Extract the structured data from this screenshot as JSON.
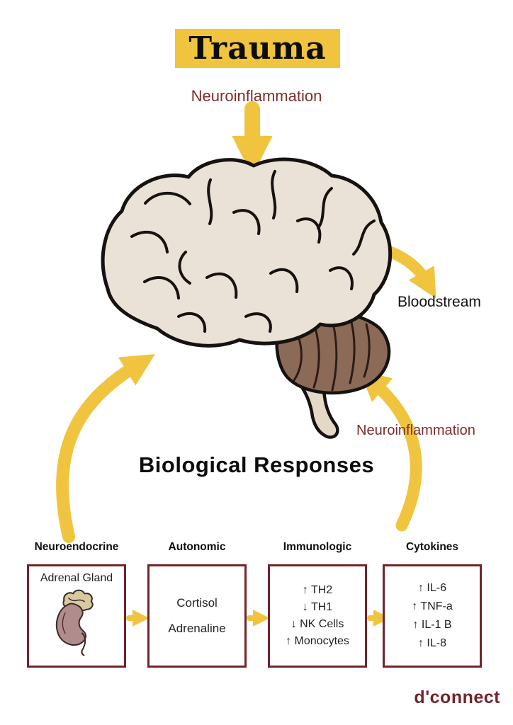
{
  "title": "Trauma",
  "labels": {
    "neuroinflammation_top": "Neuroinflammation",
    "neuroinflammation_right": "Neuroinflammation",
    "bloodstream": "Bloodstream",
    "biological_responses": "Biological Responses"
  },
  "columns": [
    {
      "header": "Neuroendocrine",
      "items": [
        "Adrenal Gland"
      ]
    },
    {
      "header": "Autonomic",
      "items": [
        "Cortisol",
        "Adrenaline"
      ]
    },
    {
      "header": "Immunologic",
      "items": [
        "↑ TH2",
        "↓ TH1",
        "↓ NK Cells",
        "↑ Monocytes"
      ]
    },
    {
      "header": "Cytokines",
      "items": [
        "↑ IL-6",
        "↑ TNF-a",
        "↑ IL-1 B",
        "↑ IL-8"
      ]
    }
  ],
  "logo": "d'connect",
  "icons": {
    "brain": "brain-illustration",
    "adrenal_gland": "adrenal-gland-illustration",
    "flow_arrows": "yellow-flow-arrows"
  },
  "colors": {
    "yellow": "#F0C43E",
    "maroon": "#73242A",
    "maroon_text": "#7E2D2A",
    "text_dark": "#0D0D0D",
    "brain_fill": "#EAE1D7",
    "brain_outline": "#16120F",
    "cerebellum_fill": "#8C6A58",
    "brainstem_fill": "#E4D8C7"
  }
}
